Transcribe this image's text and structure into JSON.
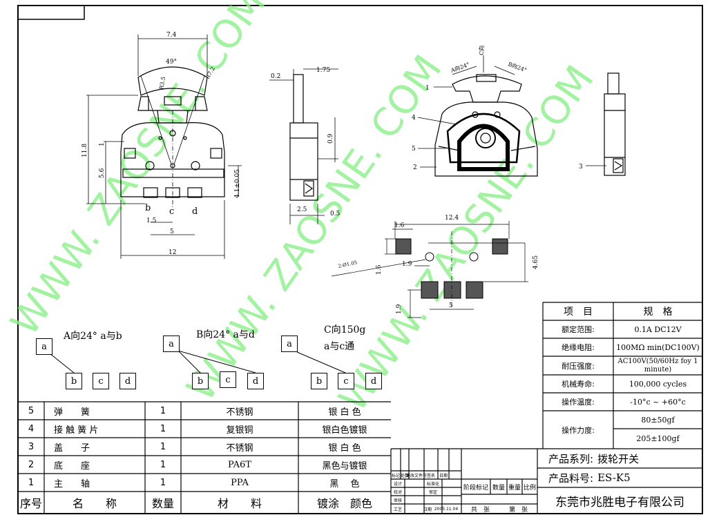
{
  "drawing": {
    "dims_front": {
      "width_top": "7.4",
      "angle": "49°",
      "r1": "R3.5",
      "r2": "R7.2",
      "height_total": "11.8",
      "height_mid": "5.6",
      "dim_1": "1",
      "dim_4": "4.1±0.05",
      "pitch": "1.5",
      "dim_5": "5",
      "width_bottom": "12",
      "pin_b": "b",
      "pin_c": "c",
      "pin_d": "d"
    },
    "dims_side": {
      "d1": "0.2",
      "d2": "1.75",
      "d3": "0.9",
      "d4": "2.5",
      "d5": "0.5"
    },
    "dims_top": {
      "c_label": "C向",
      "a_label": "A向24°",
      "b_label": "B向24°"
    },
    "callouts": [
      "1",
      "2",
      "3",
      "4",
      "5"
    ],
    "pad": {
      "d_top": "1.6",
      "d_span": "12.4",
      "d_h": "1.6",
      "d_gap": "1.9",
      "d_hole": "2-Ø1.05",
      "d_465": "4.65",
      "d_19": "1.9",
      "d_5": "5"
    }
  },
  "watermark": "WWW. ZAOSNE. COM",
  "switch_logic": [
    {
      "title": "A向24° a与b",
      "boxes": [
        "a",
        "b",
        "c",
        "d"
      ]
    },
    {
      "title": "B向24° a与d",
      "boxes": [
        "a",
        "b",
        "c",
        "d"
      ]
    },
    {
      "title_line1": "C向150g",
      "title_line2": "a与c通",
      "boxes": [
        "a",
        "b",
        "c",
        "d"
      ]
    }
  ],
  "specs": {
    "header": [
      "项　目",
      "规　格"
    ],
    "rows": [
      [
        "额定范围:",
        "0.1A DC12V"
      ],
      [
        "绝缘电阻:",
        "100MΩ min(DC100V)"
      ],
      [
        "耐压强度:",
        "AC100V(50/60Hz foy 1 minute)"
      ],
      [
        "机械寿命:",
        "100,000 cycles"
      ],
      [
        "操作温度:",
        "-10°c ~ +60°c"
      ]
    ],
    "force_label": "操作力度:",
    "force_values": [
      "80±50gf",
      "205±100gf"
    ]
  },
  "bom": {
    "rows": [
      [
        "5",
        "弹　　簧",
        "1",
        "不锈钢",
        "银 白 色"
      ],
      [
        "4",
        "接 触 簧 片",
        "1",
        "复银铜",
        "银白色镀银"
      ],
      [
        "3",
        "盖　　子",
        "1",
        "不锈钢",
        "银 白 色"
      ],
      [
        "2",
        "底　　座",
        "1",
        "PA6T",
        "黑色与镀银"
      ],
      [
        "1",
        "主　　轴",
        "1",
        "PPA",
        "黑　 色"
      ]
    ],
    "header": [
      "序号",
      "名　　称",
      "数量",
      "材　　料",
      "镀涂　颜色"
    ]
  },
  "title_block": {
    "series_label": "产品系列:",
    "series_value": "拨轮开关",
    "part_label": "产品料号:",
    "part_value": "ES-K5",
    "company": "东莞市兆胜电子有限公司",
    "stage_headers": [
      "阶段标记",
      "数量",
      "重量",
      "比例"
    ],
    "sheet": [
      "共　张",
      "第　张"
    ],
    "sign_headers": [
      "标记",
      "处数",
      "更改文件号",
      "签名",
      "日期"
    ],
    "sign_rows": [
      "设计",
      "校对",
      "审核",
      "工艺"
    ],
    "std": "标准化",
    "approve": "审定",
    "date_label": "日期",
    "date_value": "2005.11.04"
  }
}
